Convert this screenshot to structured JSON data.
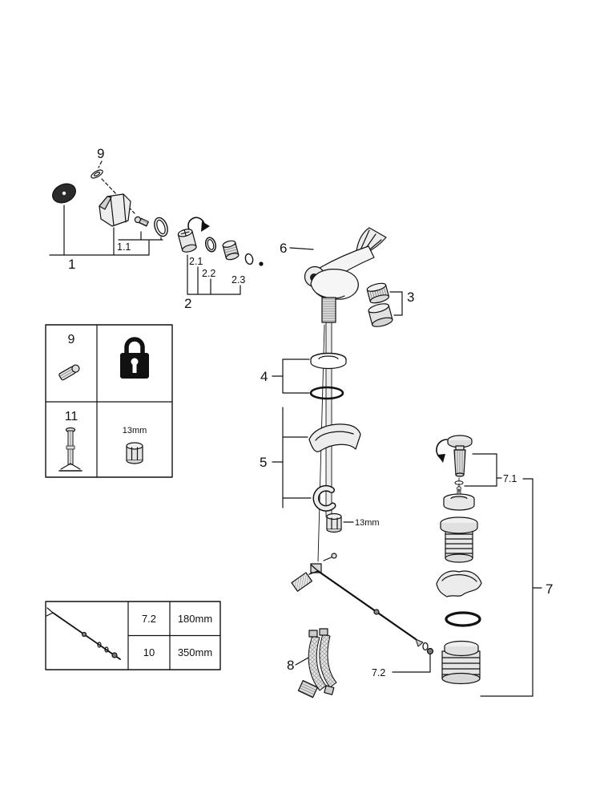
{
  "diagram": {
    "callouts": {
      "washer_top": "9",
      "part1": "1",
      "part1_1": "1.1",
      "part2": "2",
      "part2_1": "2.1",
      "part2_2": "2.2",
      "part2_3": "2.3",
      "part3": "3",
      "part4": "4",
      "part5": "5",
      "part6": "6",
      "part7": "7",
      "part7_1": "7.1",
      "part7_2": "7.2",
      "part8": "8",
      "nut_size": "13mm"
    },
    "legend": {
      "row1_number": "9",
      "row2_number": "11",
      "row2_nut_size": "13mm"
    },
    "spec_table": {
      "rows": [
        {
          "part": "7.2",
          "length": "180mm"
        },
        {
          "part": "10",
          "length": "350mm"
        }
      ]
    }
  }
}
